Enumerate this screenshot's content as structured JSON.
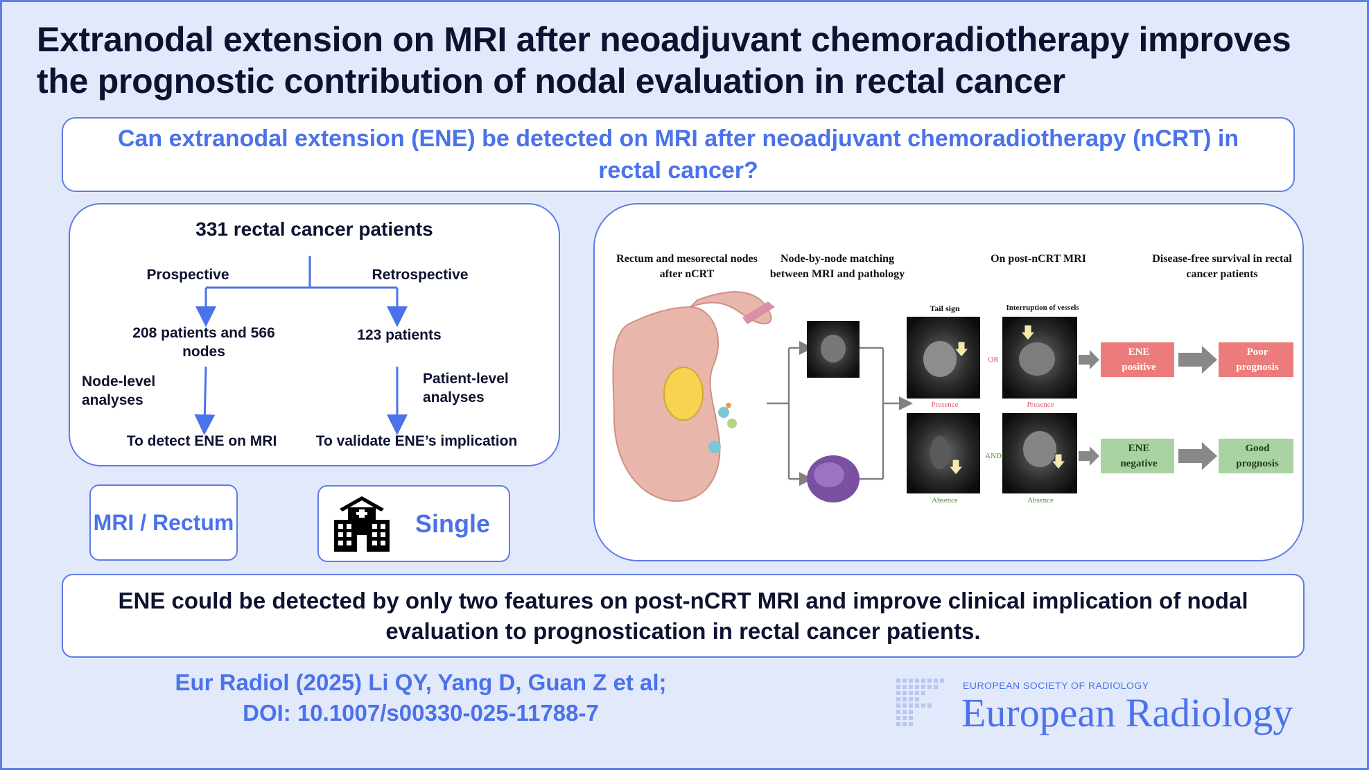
{
  "title": "Extranodal extension on MRI after neoadjuvant chemoradiotherapy improves the prognostic contribution of nodal evaluation in rectal cancer",
  "question": "Can extranodal extension (ENE)  be detected on MRI after neoadjuvant chemoradiotherapy (nCRT) in rectal cancer?",
  "flow": {
    "total": "331 rectal cancer patients",
    "prospective": "Prospective",
    "retrospective": "Retrospective",
    "prospective_count": "208 patients and 566 nodes",
    "retrospective_count": "123 patients",
    "node_level": "Node-level analyses",
    "patient_level": "Patient-level analyses",
    "detect_goal": "To detect ENE on MRI",
    "validate_goal": "To validate ENE’s implication"
  },
  "modality": "MRI / Rectum",
  "center": {
    "label": "Single",
    "icon": "hospital-icon"
  },
  "figure": {
    "col1": "Rectum and mesorectal nodes after nCRT",
    "col2": "Node-by-node matching between MRI and pathology",
    "col3": "On post-nCRT MRI",
    "col4": "Disease-free survival in rectal cancer patients",
    "tail_sign": "Tail sign",
    "interruption": "Interruption of vessels",
    "or": "OR",
    "and": "AND",
    "presence": "Presence",
    "absence": "Absence",
    "ene_positive": "ENE positive",
    "ene_negative": "ENE negative",
    "poor_prognosis": "Poor prognosis",
    "good_prognosis": "Good prognosis"
  },
  "conclusion": "ENE could be detected by only two features on post-nCRT MRI and improve clinical implication of nodal evaluation to prognostication in rectal cancer patients.",
  "citation": {
    "line1": "Eur Radiol (2025) Li QY, Yang D, Guan Z et al;",
    "line2": "DOI: 10.1007/s00330-025-11788-7"
  },
  "journal": {
    "society": "EUROPEAN SOCIETY OF RADIOLOGY",
    "name": "European Radiology"
  },
  "colors": {
    "accent": "#4a72ea",
    "border": "#5e7ce5",
    "background": "#e2e9fb",
    "positive": "#ec7b7b",
    "negative": "#a9d3a2",
    "presence_text": "#e0566a",
    "absence_text": "#4e8a3c"
  }
}
